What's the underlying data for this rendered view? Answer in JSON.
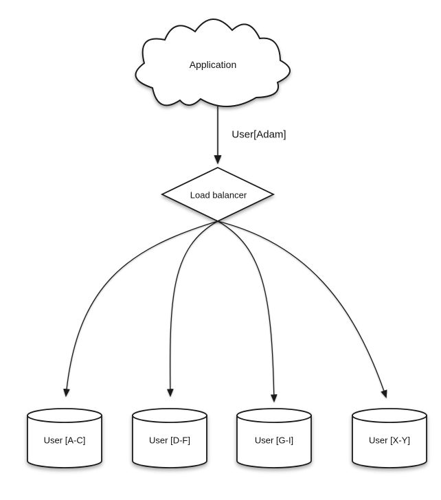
{
  "colors": {
    "stroke": "#1a1a1a",
    "shape_fill": "#ffffff",
    "background": "#ffffff",
    "text": "#111111"
  },
  "cloud": {
    "label": "Application"
  },
  "edge": {
    "label": "User[Adam]"
  },
  "load_balancer": {
    "label": "Load balancer"
  },
  "shards": [
    {
      "label": "User [A-C]"
    },
    {
      "label": "User [D-F]"
    },
    {
      "label": "User [G-I]"
    },
    {
      "label": "User [X-Y]"
    }
  ]
}
